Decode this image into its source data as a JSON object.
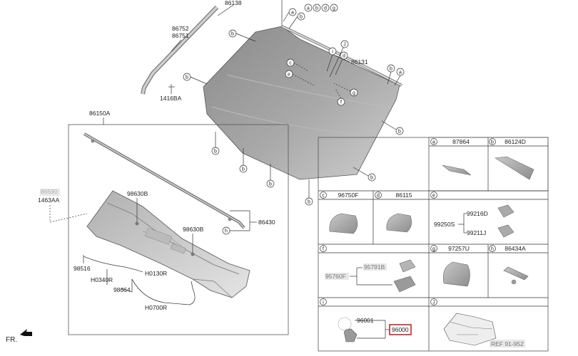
{
  "parts": {
    "p86138": "86138",
    "p86752": "86752",
    "p86751": "86751",
    "p1416BA": "1416BA",
    "p86131": "86131",
    "p86150A": "86150A",
    "p86590": "86590",
    "p1463AA": "1463AA",
    "p98630B_1": "98630B",
    "p98630B_2": "98630B",
    "p86430": "86430",
    "p98516": "98516",
    "pH0340R": "H0340R",
    "pH0130R": "H0130R",
    "p98664": "98664",
    "pH0700R": "H0700R",
    "fr": "FR."
  },
  "callouts": {
    "a": "a",
    "b": "b",
    "c": "c",
    "d": "d",
    "e": "e",
    "f": "f",
    "g": "g",
    "h": "h",
    "i": "i",
    "j": "J"
  },
  "table": {
    "a": {
      "letter": "a",
      "part": "87864"
    },
    "b": {
      "letter": "b",
      "part": "86124D"
    },
    "c": {
      "letter": "c",
      "part": "96750F"
    },
    "d": {
      "letter": "d",
      "part": "86115"
    },
    "e": {
      "letter": "e",
      "part": "",
      "sub1": "99216D",
      "sub2": "99250S",
      "sub3": "99211J"
    },
    "f": {
      "letter": "f",
      "sub1": "95791B",
      "sub2": "95760F"
    },
    "g": {
      "letter": "g",
      "part": "97257U"
    },
    "h": {
      "letter": "h",
      "part": "86434A"
    },
    "i": {
      "letter": "i",
      "sub1": "96001",
      "sub2": "96000"
    },
    "j": {
      "letter": "J",
      "sub1": "REF 91-952"
    }
  },
  "colors": {
    "highlight": "#c0161c",
    "glass": "#9e9e9e"
  }
}
